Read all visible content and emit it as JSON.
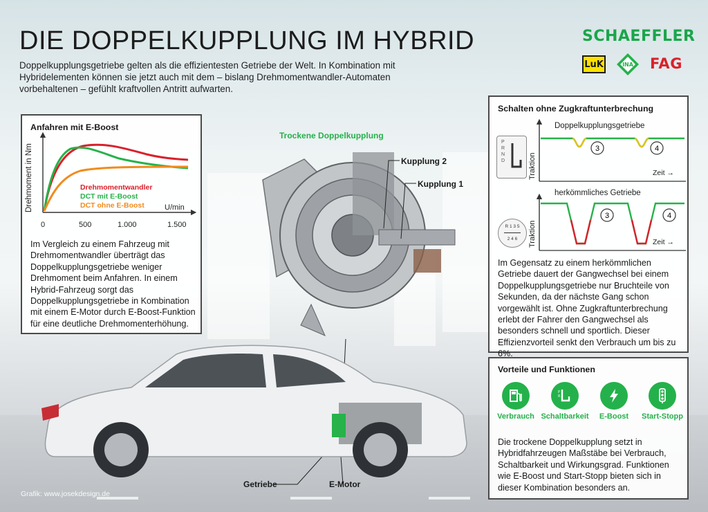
{
  "title": "DIE DOPPELKUPPLUNG IM HYBRID",
  "intro": "Doppelkupplungsgetriebe gelten als die effizientesten Getriebe der Welt. In Kombination mit Hybridelementen können sie jetzt auch mit dem – bislang Drehmomentwandler-Automaten vorbehaltenen – gefühlt kraftvollen Antritt aufwarten.",
  "logos": {
    "schaeffler": "SCHAEFFLER",
    "luk": "LuK",
    "ina": "INA",
    "fag": "FAG"
  },
  "panel_left": {
    "heading": "Anfahren mit E-Boost",
    "ylabel": "Drehmoment in Nm",
    "xunit": "U/min",
    "ticks": [
      "0",
      "500",
      "1.000",
      "1.500"
    ],
    "legend": [
      {
        "label": "Drehmomentwandler",
        "color": "#d9212b"
      },
      {
        "label": "DCT mit E-Boost",
        "color": "#27b24a"
      },
      {
        "label": "DCT ohne E-Boost",
        "color": "#f08c1e"
      }
    ],
    "text": "Im Vergleich zu einem Fahrzeug mit Drehmomentwandler überträgt das Doppelkupplungsgetriebe weniger Drehmoment beim Anfahren. In einem Hybrid-Fahrzeug sorgt das Doppelkupplungsgetriebe in Kombination mit einem E-Motor durch E-Boost-Funktion für eine deutliche Drehmomenterhöhung."
  },
  "center": {
    "dry_clutch": "Trockene Doppelkupplung",
    "clutch2": "Kupplung 2",
    "clutch1": "Kupplung 1",
    "gearbox": "Getriebe",
    "emotor": "E-Motor",
    "credit": "Grafik: www.josekdesign.de"
  },
  "panel_right_top": {
    "heading": "Schalten ohne Zugkraftunterbrechung",
    "dct_label": "Doppelkupplungsgetriebe",
    "conv_label": "herkömmliches Getriebe",
    "traction": "Traktion",
    "time": "Zeit →",
    "gear3": "3",
    "gear4": "4",
    "auto_shift": [
      "P",
      "R",
      "N",
      "D"
    ],
    "manual_shift_top": "R 1 3 5",
    "manual_shift_bottom": "2 4 6",
    "text": "Im Gegensatz zu einem herkömmlichen Getriebe dauert der Gangwechsel bei einem Doppelkupplungsgetriebe nur Bruchteile von Sekunden, da der nächste Gang schon vorgewählt ist. Ohne Zugkraftunterbrechung erlebt der Fahrer den Gangwechsel als besonders schnell und sportlich. Dieser Effizienzvorteil senkt den Verbrauch um bis zu 6%."
  },
  "panel_right_bottom": {
    "heading": "Vorteile und Funktionen",
    "features": [
      {
        "label": "Verbrauch",
        "icon": "fuel-pump-icon"
      },
      {
        "label": "Schaltbarkeit",
        "icon": "gear-shift-icon"
      },
      {
        "label": "E-Boost",
        "icon": "lightning-icon"
      },
      {
        "label": "Start-Stopp",
        "icon": "traffic-light-icon"
      }
    ],
    "text": "Die trockene Doppelkupplung setzt in Hybridfahrzeugen Maßstäbe bei Verbrauch, Schaltbarkeit und Wirkungsgrad. Funktionen wie E-Boost und Start-Stopp bieten sich in dieser Kombination besonders an."
  }
}
